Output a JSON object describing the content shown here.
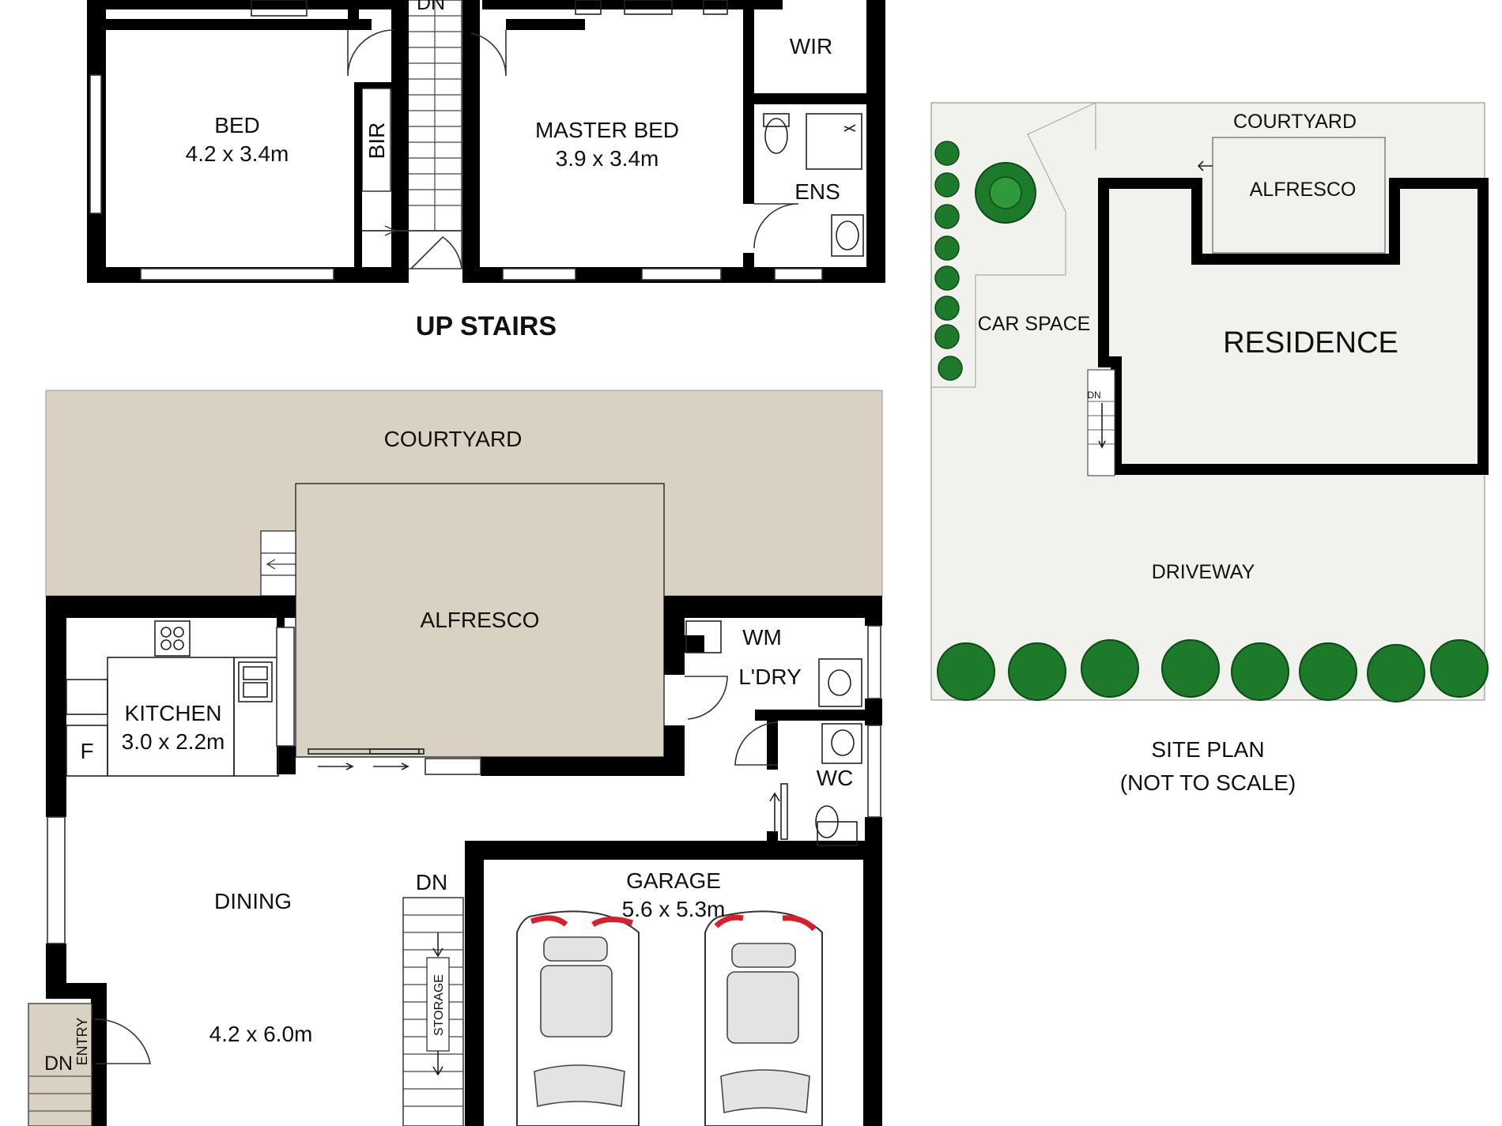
{
  "upstairs": {
    "title": "UP STAIRS",
    "stair_dn": "DN",
    "bed": {
      "name": "BED",
      "size": "4.2 x 3.4m"
    },
    "bir": "BIR",
    "master_bed": {
      "name": "MASTER BED",
      "size": "3.9 x 3.4m"
    },
    "wir": "WIR",
    "ens": "ENS"
  },
  "ground": {
    "courtyard": "COURTYARD",
    "alfresco": "ALFRESCO",
    "kitchen": {
      "name": "KITCHEN",
      "size": "3.0 x 2.2m"
    },
    "fridge": "F",
    "wm": "WM",
    "laundry": "L'DRY",
    "wc": "WC",
    "dining": {
      "name": "DINING",
      "size": "4.2 x 6.0m"
    },
    "garage": {
      "name": "GARAGE",
      "size": "5.6 x 5.3m"
    },
    "stair_dn": "DN",
    "storage": "STORAGE",
    "entry": "ENTRY",
    "entry_dn": "DN"
  },
  "site": {
    "courtyard": "COURTYARD",
    "alfresco": "ALFRESCO",
    "car_space": "CAR SPACE",
    "residence": "RESIDENCE",
    "stair_dn": "DN",
    "driveway": "DRIVEWAY",
    "title_line1": "SITE PLAN",
    "title_line2": "(NOT TO SCALE)"
  },
  "colors": {
    "wall": "#000000",
    "courtyard_fill": "#d9d2c3",
    "site_ground": "#f1f2ee",
    "tree_green": "#1d7a2b",
    "car_tail": "#d81e2c"
  }
}
